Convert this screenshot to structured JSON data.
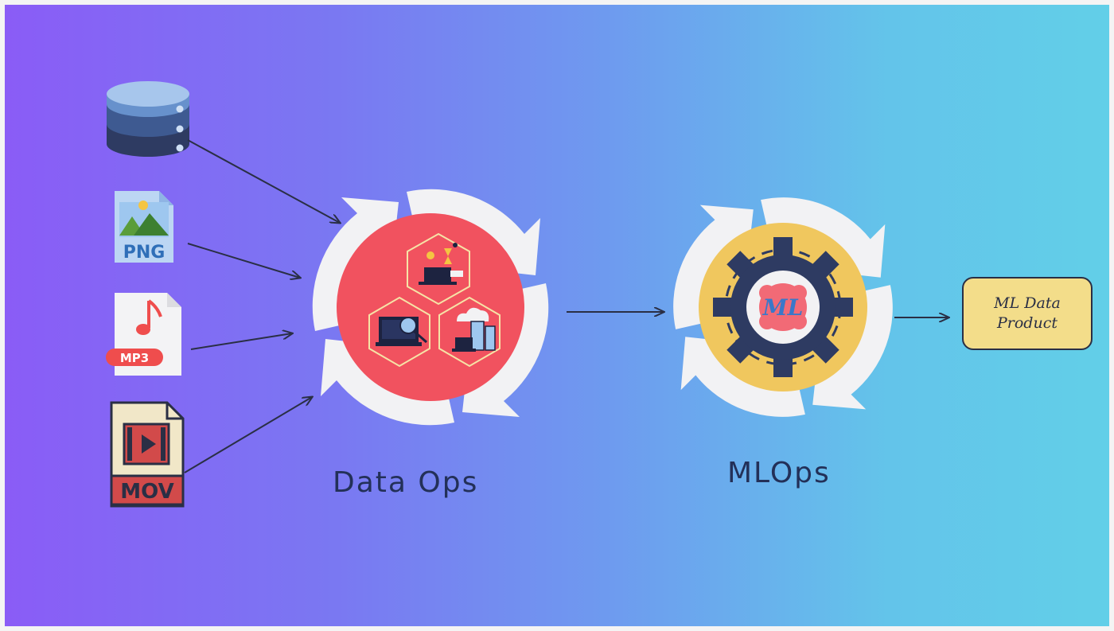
{
  "diagram": {
    "dataops_label": "Data Ops",
    "mlops_label": "MLOps",
    "product_label": "ML Data Product",
    "sources": {
      "png_label": "PNG",
      "mp3_label": "MP3",
      "mov_label": "MOV"
    },
    "ml_badge_text": "ML"
  },
  "colors": {
    "dataops_circle": "#f1525f",
    "mlops_circle": "#f0c75e",
    "gear": "#2e3b62",
    "product_box": "#f3dd8a",
    "arrow": "#2a2f45"
  },
  "icons": [
    "database-icon",
    "png-file-icon",
    "mp3-file-icon",
    "mov-file-icon",
    "cycle-arrows-icon",
    "gear-icon"
  ]
}
